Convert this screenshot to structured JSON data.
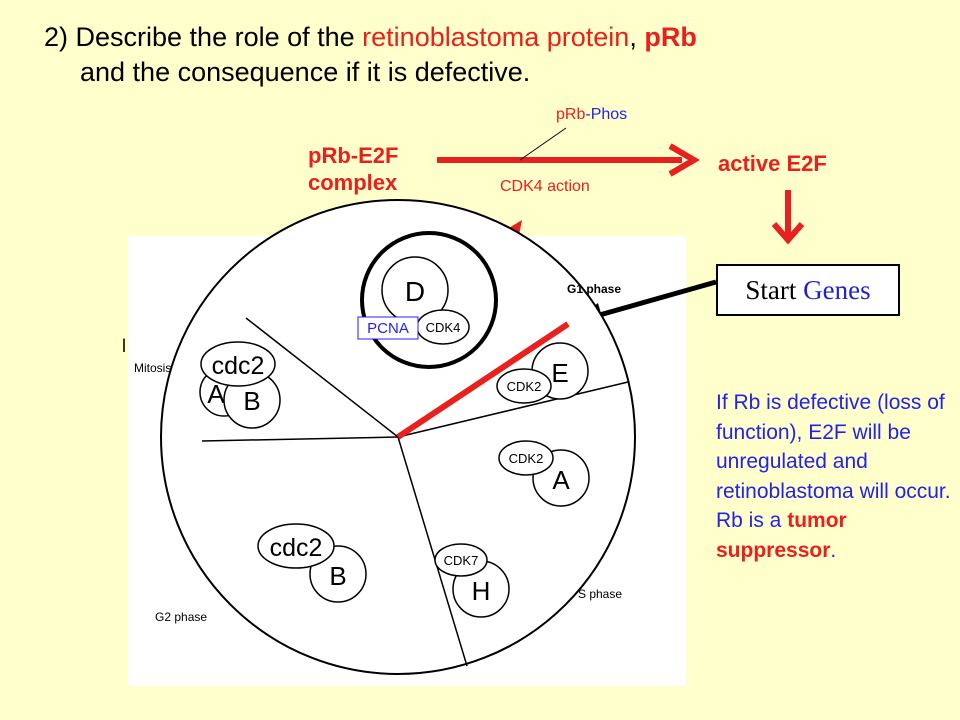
{
  "title": {
    "line1_prefix": "2) Describe the role of the ",
    "line1_protein": "retinoblastoma protein",
    "line1_comma": ", ",
    "line1_prb": "pRb",
    "line2": "and the consequence if it is defective."
  },
  "pathway": {
    "complex_line1": "pRb-E2F",
    "complex_line2": "complex",
    "prb_part": "pRb",
    "phos_part": "-Phos",
    "cdk4_action": "CDK4 action",
    "active_part1": "active ",
    "active_part2": "E2F",
    "start_part1": "Start ",
    "start_part2": "Genes"
  },
  "defect_text": {
    "body": "If Rb is defective (loss of function), E2F will be unregulated and retinoblastoma will occur.",
    "rb_prefix": "Rb is a ",
    "tumor": "tumor suppressor",
    "period": "."
  },
  "cycle": {
    "phases": {
      "g1": "G1 phase",
      "mitosis": "Mitosis",
      "g2": "G2 phase",
      "s": "S phase"
    },
    "labels": {
      "d": "D",
      "cdk4": "CDK4",
      "pcna": "PCNA",
      "cdc2_top": "cdc2",
      "a_top": "A",
      "b_top": "B",
      "e": "E",
      "cdk2_e": "CDK2",
      "cdk2_a": "CDK2",
      "a_right": "A",
      "cdc2_bottom": "cdc2",
      "b_bottom": "B",
      "cdk7": "CDK7",
      "h": "H",
      "edge_mark": "l"
    }
  },
  "colors": {
    "background": "#ffffcc",
    "red": "#e8201e",
    "blue": "#2222ee"
  }
}
